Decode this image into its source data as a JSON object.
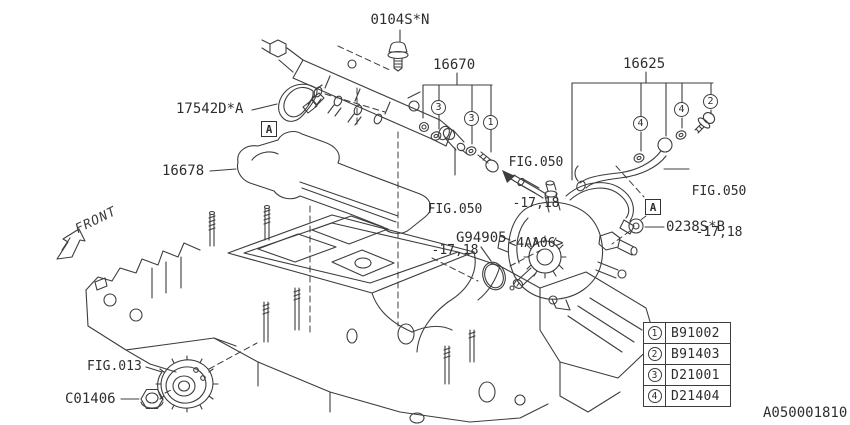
{
  "labels": {
    "bolt_top": "0104S*N",
    "rail_group": "16670",
    "pipe_group": "16625",
    "hose": "17542D*A",
    "cover": "16678",
    "fig050": "FIG.050",
    "fig050_ref": "-17,18",
    "fig050_variant": "<4AA06>",
    "oring": "G94905",
    "washer_bolt": "0238S*B",
    "fig013": "FIG.013",
    "nut": "C01406",
    "front": "FRONT",
    "detail_marker": "A",
    "doc_number": "A050001810"
  },
  "callouts": {
    "one": "1",
    "two": "2",
    "three": "3",
    "four": "4"
  },
  "legend": {
    "rows": [
      {
        "num": "1",
        "part": "B91002"
      },
      {
        "num": "2",
        "part": "B91403"
      },
      {
        "num": "3",
        "part": "D21001"
      },
      {
        "num": "4",
        "part": "D21404"
      }
    ]
  },
  "colors": {
    "line": "#3d3d3d",
    "background": "#ffffff"
  }
}
